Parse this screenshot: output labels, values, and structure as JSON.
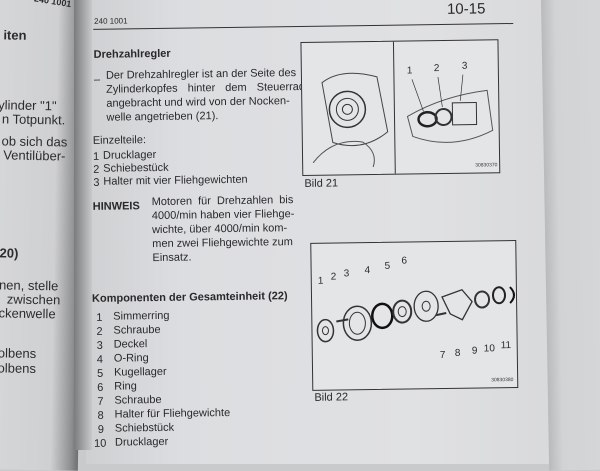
{
  "left_page": {
    "page_code": "240 1001",
    "fragments": [
      "iten",
      "ylinder \"1\"",
      "n Totpunkt.",
      "ob sich das",
      "Ventilüber-",
      "20)",
      "nen, stelle",
      "zwischen",
      "ckenwelle",
      "olbens",
      "olbens"
    ]
  },
  "header": {
    "page_code": "240 1001",
    "page_number": "10-15"
  },
  "section1": {
    "title": "Drehzahlregler",
    "bullet": "–",
    "paragraph_lines": [
      "Der Drehzahlregler ist an der Seite des",
      "Zylinderkopfes hinter dem Steuerrad",
      "angebracht und wird von der Nocken-",
      "welle angetrieben (21)."
    ],
    "parts_label": "Einzelteile:",
    "parts": [
      {
        "n": "1",
        "label": "Drucklager"
      },
      {
        "n": "2",
        "label": "Schiebestück"
      },
      {
        "n": "3",
        "label": "Halter mit vier Fliehgewichten"
      }
    ],
    "note_label": "HINWEIS",
    "note_lines": [
      "Motoren für Drehzahlen bis",
      "4000/min haben vier Fliehge-",
      "wichte, über 4000/min kom-",
      "men zwei Fliehgewichte zum",
      "Einsatz."
    ]
  },
  "section2": {
    "title": "Komponenten der Gesamteinheit (22)",
    "items": [
      {
        "n": "1",
        "label": "Simmerring"
      },
      {
        "n": "2",
        "label": "Schraube"
      },
      {
        "n": "3",
        "label": "Deckel"
      },
      {
        "n": "4",
        "label": "O-Ring"
      },
      {
        "n": "5",
        "label": "Kugellager"
      },
      {
        "n": "6",
        "label": "Ring"
      },
      {
        "n": "7",
        "label": "Schraube"
      },
      {
        "n": "8",
        "label": "Halter für Fliehgewichte"
      },
      {
        "n": "9",
        "label": "Schiebstück"
      },
      {
        "n": "10",
        "label": "Drucklager"
      }
    ]
  },
  "figure21": {
    "caption": "Bild 21",
    "code": "30830370",
    "callouts": [
      "1",
      "2",
      "3"
    ]
  },
  "figure22": {
    "caption": "Bild 22",
    "code": "30830380",
    "callouts": [
      "1",
      "2",
      "3",
      "4",
      "5",
      "6",
      "7",
      "8",
      "9",
      "10",
      "11"
    ]
  }
}
